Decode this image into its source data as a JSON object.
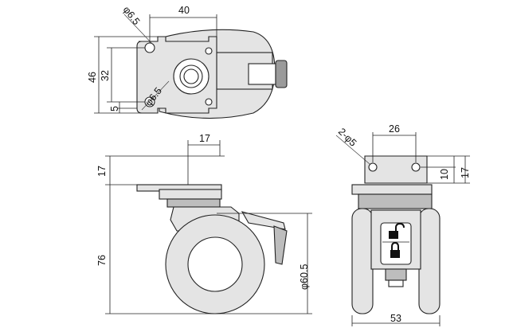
{
  "top_view": {
    "dims": {
      "width_40": "40",
      "height_46": "46",
      "height_32": "32",
      "offset_5": "5",
      "hole_upper": "φ6.5",
      "hole_lower": "φ6.5"
    }
  },
  "side_view": {
    "dims": {
      "plate_17w": "17",
      "plate_17h": "17",
      "height_76": "76",
      "wheel_dia": "φ60.5"
    }
  },
  "front_view": {
    "dims": {
      "holes": "2-φ5",
      "spacing_26": "26",
      "height_17": "17",
      "height_10": "10",
      "width_53": "53"
    },
    "icons": [
      "unlock-icon",
      "lock-icon"
    ]
  }
}
